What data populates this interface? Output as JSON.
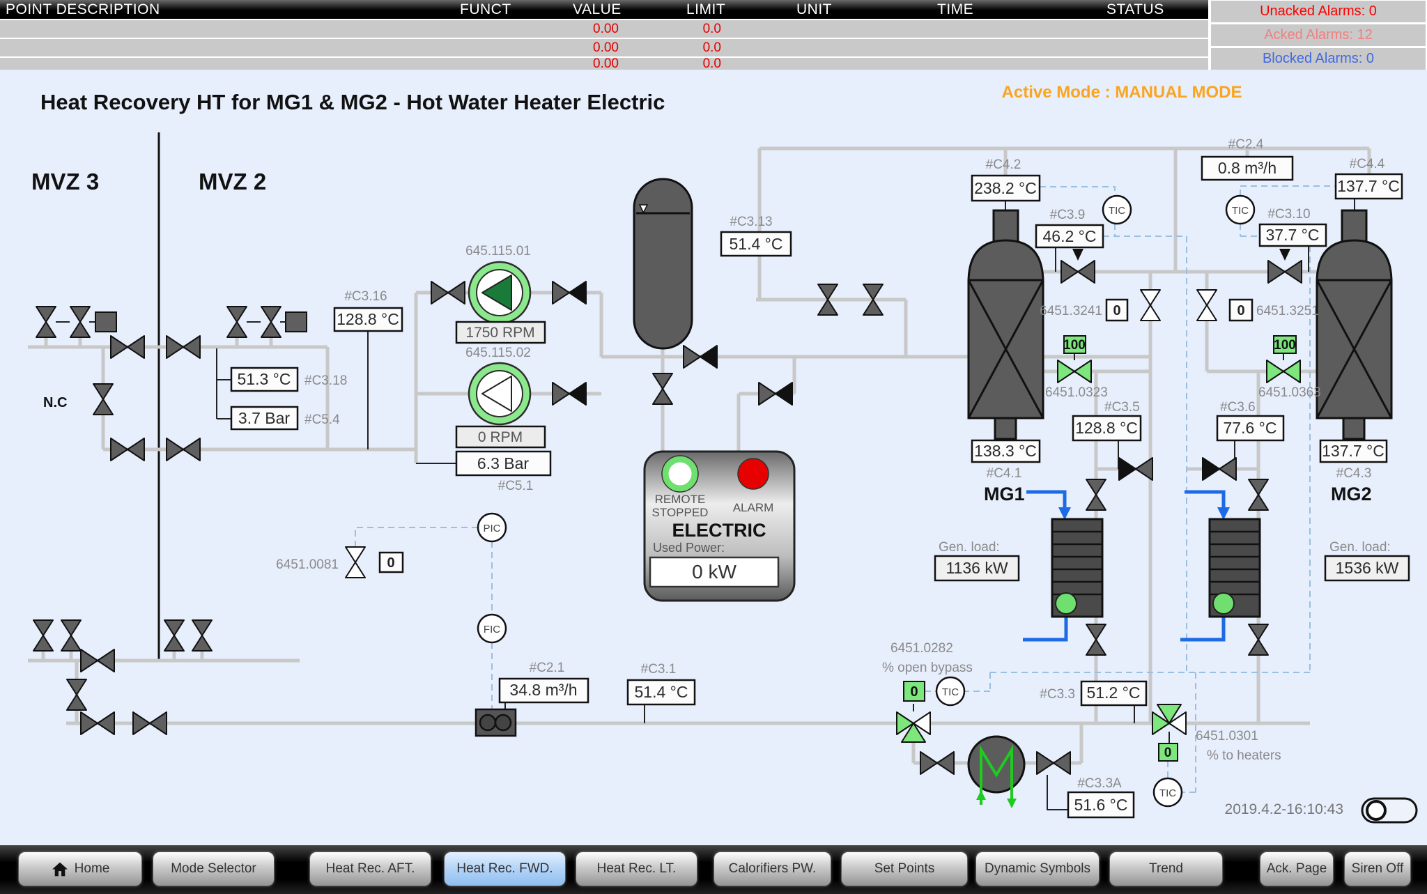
{
  "header": {
    "cols": {
      "point": "POINT DESCRIPTION",
      "funct": "FUNCT",
      "value": "VALUE",
      "limit": "LIMIT",
      "unit": "UNIT",
      "time": "TIME",
      "status": "STATUS"
    },
    "rows": [
      {
        "value": "0.00",
        "limit": "0.0"
      },
      {
        "value": "0.00",
        "limit": "0.0"
      },
      {
        "value": "0.00",
        "limit": "0.0"
      }
    ],
    "alarms": {
      "unacked": "Unacked Alarms: 0",
      "acked": "Acked Alarms: 12",
      "blocked": "Blocked Alarms: 0"
    }
  },
  "title": "Heat Recovery HT for MG1 & MG2  -  Hot Water Heater Electric",
  "active_mode": "Active Mode : MANUAL MODE",
  "zones": {
    "mvz3": "MVZ 3",
    "mvz2": "MVZ 2",
    "nc": "N.C"
  },
  "pumps": {
    "p1": {
      "tag": "645.115.01",
      "rpm": "1750 RPM"
    },
    "p2": {
      "tag": "645.115.02",
      "rpm": "0 RPM"
    }
  },
  "panel": {
    "lamp1a": "REMOTE",
    "lamp1b": "STOPPED",
    "lamp2": "ALARM",
    "name": "ELECTRIC",
    "power_label": "Used Power:",
    "power": "0 kW"
  },
  "instruments": {
    "pic": "PIC",
    "fic": "FIC",
    "tic": "TIC"
  },
  "points": {
    "c316": {
      "label": "#C3.16",
      "value": "128.8 °C"
    },
    "c318": {
      "label": "#C3.18",
      "value": "51.3 °C"
    },
    "c54": {
      "label": "#C5.4",
      "value": "3.7 Bar"
    },
    "c51": {
      "label": "#C5.1",
      "value": "6.3 Bar"
    },
    "c313": {
      "label": "#C3.13",
      "value": "51.4 °C"
    },
    "c21": {
      "label": "#C2.1",
      "value": "34.8 m³/h"
    },
    "c31": {
      "label": "#C3.1",
      "value": "51.4 °C"
    },
    "c42": {
      "label": "#C4.2",
      "value": "238.2 °C"
    },
    "c39": {
      "label": "#C3.9",
      "value": "46.2 °C"
    },
    "c24": {
      "label": "#C2.4",
      "value": "0.8 m³/h"
    },
    "c44": {
      "label": "#C4.4",
      "value": "137.7 °C"
    },
    "c310": {
      "label": "#C3.10",
      "value": "37.7 °C"
    },
    "c35": {
      "label": "#C3.5",
      "value": "128.8 °C"
    },
    "c36": {
      "label": "#C3.6",
      "value": "77.6 °C"
    },
    "c41": {
      "label": "#C4.1",
      "value": "138.3 °C"
    },
    "c43": {
      "label": "#C4.3",
      "value": "137.7 °C"
    },
    "c33": {
      "label": "#C3.3",
      "value": "51.2 °C"
    },
    "c33a": {
      "label": "#C3.3A",
      "value": "51.6 °C"
    }
  },
  "valves": {
    "v3241": {
      "tag": "6451.3241",
      "value": "0"
    },
    "v3251": {
      "tag": "6451.3251",
      "value": "0"
    },
    "v0323": {
      "tag": "6451.0323",
      "value": "100"
    },
    "v0363": {
      "tag": "6451.0363",
      "value": "100"
    },
    "v0081": {
      "tag": "6451.0081",
      "value": "0"
    },
    "v0282": {
      "tag": "6451.0282",
      "note": "% open bypass",
      "value": "0"
    },
    "v0301": {
      "tag": "6451.0301",
      "note": "% to heaters",
      "value": "0"
    }
  },
  "generators": {
    "mg1": {
      "name": "MG1",
      "load_label": "Gen. load:",
      "load": "1136 kW"
    },
    "mg2": {
      "name": "MG2",
      "load_label": "Gen. load:",
      "load": "1536 kW"
    }
  },
  "footer": {
    "timestamp": "2019.4.2-16:10:43"
  },
  "nav": {
    "items": [
      {
        "label": "Home"
      },
      {
        "label": "Mode Selector"
      },
      {
        "label": "Heat Rec. AFT."
      },
      {
        "label": "Heat Rec. FWD."
      },
      {
        "label": "Heat Rec. LT."
      },
      {
        "label": "Calorifiers PW."
      },
      {
        "label": "Set Points"
      },
      {
        "label": "Dynamic Symbols"
      },
      {
        "label": "Trend"
      },
      {
        "label": "Ack. Page"
      },
      {
        "label": "Siren Off"
      }
    ]
  },
  "colors": {
    "accent_orange": "#f9a51f",
    "alarm_red": "#ff0000",
    "acked_salmon": "#f08080",
    "blocked_blue": "#4169e1",
    "run_green": "#7de67d",
    "active_nav": "#8fbdf0",
    "bg": "#e7eefc"
  }
}
